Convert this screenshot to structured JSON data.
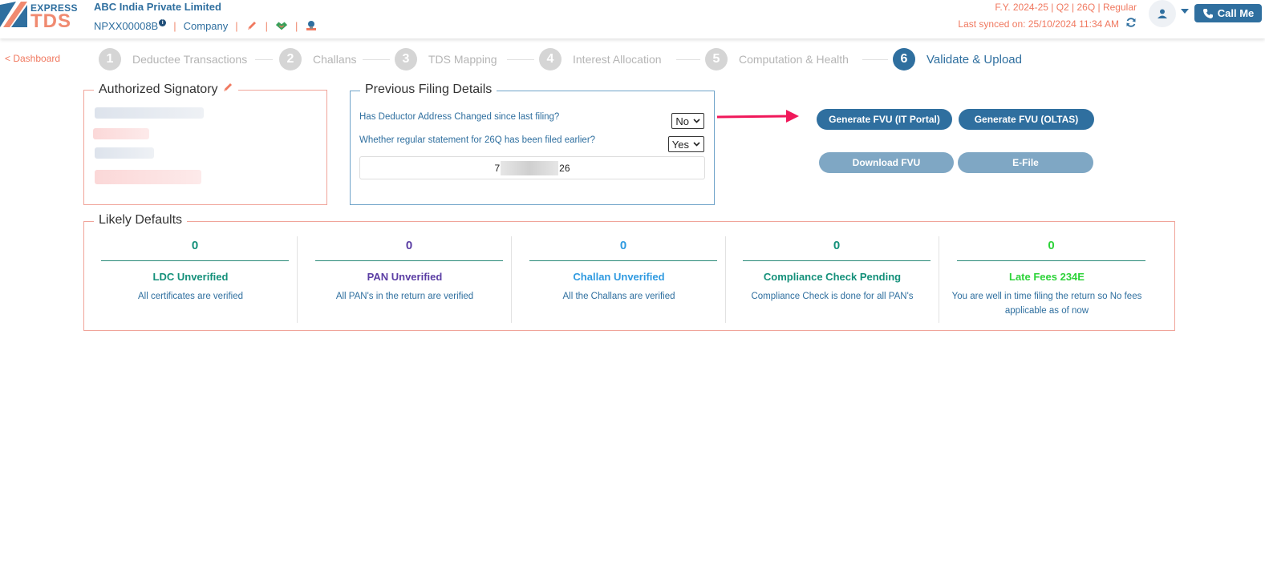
{
  "brand": {
    "express": "EXPRESS",
    "tds": "TDS"
  },
  "header": {
    "company_name": "ABC India Private Limited",
    "tan": "NPXX00008B",
    "info_mark": "i",
    "entity_type": "Company",
    "fy_line": "F.Y. 2024-25  | Q2  | 26Q | Regular",
    "last_synced": "Last synced on: 25/10/2024 11:34 AM",
    "call_me": "Call Me"
  },
  "nav": {
    "back": "< Dashboard",
    "steps": [
      {
        "num": "1",
        "label": "Deductee Transactions"
      },
      {
        "num": "2",
        "label": "Challans"
      },
      {
        "num": "3",
        "label": "TDS Mapping"
      },
      {
        "num": "4",
        "label": "Interest Allocation"
      },
      {
        "num": "5",
        "label": "Computation & Health"
      },
      {
        "num": "6",
        "label": "Validate & Upload"
      }
    ]
  },
  "signatory": {
    "title": "Authorized Signatory"
  },
  "previous_filing": {
    "title": "Previous Filing Details",
    "q1": "Has Deductor Address Changed since last filing?",
    "q1_value": "No",
    "q2": "Whether regular statement for 26Q has been filed earlier?",
    "q2_value": "Yes",
    "ack_prefix": "7",
    "ack_suffix": "26"
  },
  "actions": {
    "generate_it": "Generate FVU (IT Portal)",
    "generate_oltas": "Generate FVU (OLTAS)",
    "download": "Download FVU",
    "efile": "E-File"
  },
  "defaults": {
    "title": "Likely Defaults",
    "items": [
      {
        "count": "0",
        "title": "LDC Unverified",
        "desc": "All certificates are verified",
        "color": "#14907a"
      },
      {
        "count": "0",
        "title": "PAN Unverified",
        "desc": "All PAN's in the return are verified",
        "color": "#5b3ea4"
      },
      {
        "count": "0",
        "title": "Challan Unverified",
        "desc": "All the Challans are verified",
        "color": "#2f9ae0"
      },
      {
        "count": "0",
        "title": "Compliance Check Pending",
        "desc": "Compliance Check is done for all PAN's",
        "color": "#14907a"
      },
      {
        "count": "0",
        "title": "Late Fees 234E",
        "desc": "You are well in time filing the return so No fees applicable as of now",
        "color": "#2ed33a"
      }
    ]
  },
  "colors": {
    "primary": "#2f6f9f",
    "accent": "#f0785f",
    "arrow": "#f0185a"
  }
}
